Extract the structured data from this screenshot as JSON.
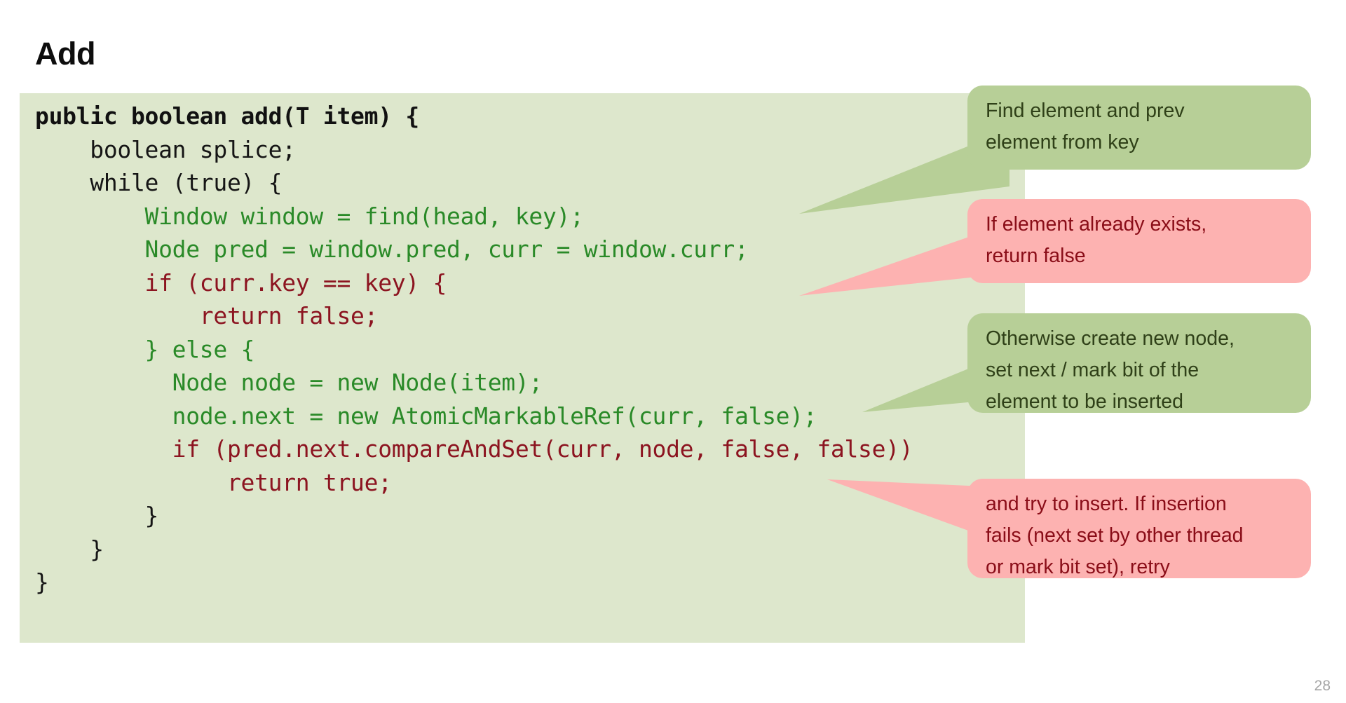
{
  "slide": {
    "title": "Add",
    "page_number": "28",
    "colors": {
      "code_panel_bg": "#dde7cc",
      "callout_green_bg": "#b7cf97",
      "callout_green_text": "#2f4018",
      "callout_pink_bg": "#fdb2b1",
      "callout_pink_text": "#8a0d18",
      "code_green": "#2a8a28",
      "code_red": "#8c1420",
      "code_black": "#151515",
      "page_number_color": "#a6a6a6"
    }
  },
  "code": {
    "language": "java",
    "lines": [
      {
        "indent": 0,
        "segments": [
          {
            "text": "public boolean add(T item) {",
            "style": "bold"
          }
        ]
      },
      {
        "indent": 2,
        "segments": [
          {
            "text": "boolean splice;",
            "style": "plain"
          }
        ]
      },
      {
        "indent": 2,
        "segments": [
          {
            "text": "while (true) {",
            "style": "plain"
          }
        ]
      },
      {
        "indent": 4,
        "segments": [
          {
            "text": "Window window = find(head, key);",
            "style": "green"
          }
        ]
      },
      {
        "indent": 4,
        "segments": [
          {
            "text": "Node pred = window.pred, curr = window.curr;",
            "style": "green"
          }
        ]
      },
      {
        "indent": 4,
        "segments": [
          {
            "text": "if (curr.key == key) {",
            "style": "red"
          }
        ]
      },
      {
        "indent": 6,
        "segments": [
          {
            "text": "return false;",
            "style": "red"
          }
        ]
      },
      {
        "indent": 4,
        "segments": [
          {
            "text": "} else {",
            "style": "green"
          }
        ]
      },
      {
        "indent": 5,
        "segments": [
          {
            "text": "Node node = new Node(item);",
            "style": "green"
          }
        ]
      },
      {
        "indent": 5,
        "segments": [
          {
            "text": "node.next = new AtomicMarkableRef(curr, false);",
            "style": "green"
          }
        ]
      },
      {
        "indent": 5,
        "segments": [
          {
            "text": "if (pred.next.compareAndSet(curr, node, false, false))",
            "style": "red"
          }
        ]
      },
      {
        "indent": 7,
        "segments": [
          {
            "text": "return true;",
            "style": "red"
          }
        ]
      },
      {
        "indent": 4,
        "segments": [
          {
            "text": "}",
            "style": "plain"
          }
        ]
      },
      {
        "indent": 2,
        "segments": [
          {
            "text": "}",
            "style": "plain"
          }
        ]
      },
      {
        "indent": 0,
        "segments": [
          {
            "text": "}",
            "style": "plain"
          }
        ]
      }
    ]
  },
  "callouts": [
    {
      "id": "callout-find",
      "variant": "green",
      "text": "Find element and prev element from key",
      "lines": [
        "Find element and prev",
        "element from key"
      ]
    },
    {
      "id": "callout-exists",
      "variant": "pink",
      "text": "If element already exists, return false",
      "lines": [
        "If element already exists,",
        "return false"
      ]
    },
    {
      "id": "callout-create",
      "variant": "green",
      "text": "Otherwise create new node, set next / mark bit of the element to be inserted",
      "lines": [
        "Otherwise create new node,",
        "set next / mark bit of the",
        "element to be inserted"
      ]
    },
    {
      "id": "callout-insert",
      "variant": "pink",
      "text": "and try to insert. If insertion fails (next set by other thread or mark bit set), retry",
      "lines": [
        "and try to insert. If insertion",
        "fails (next set by other thread",
        "or mark bit set), retry"
      ]
    }
  ]
}
